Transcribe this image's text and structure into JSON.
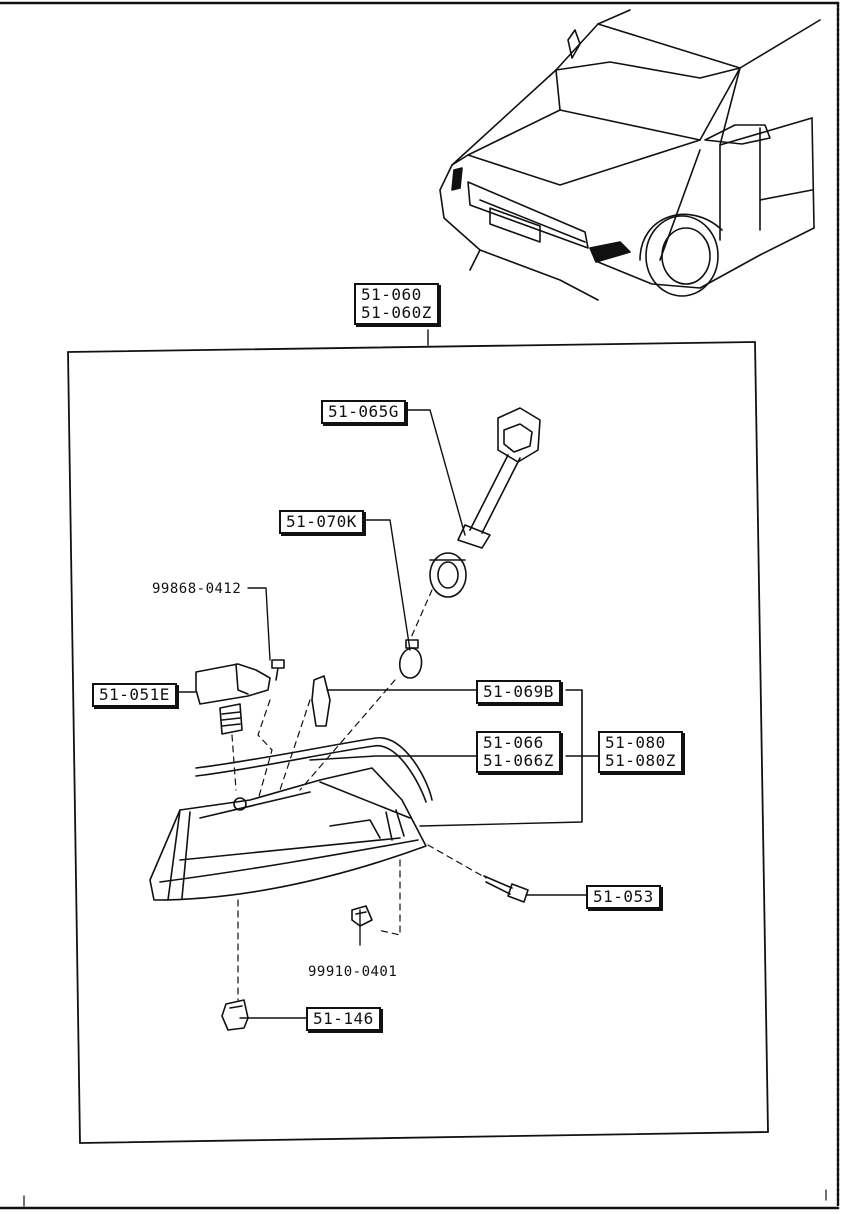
{
  "labels": {
    "main_assembly": [
      "51-060",
      "51-060Z"
    ],
    "bulb_socket": "51-065G",
    "bulb": "51-070K",
    "screw": "99868-0412",
    "side_bracket": "51-051E",
    "wedge_bulb": "51-069B",
    "gasket": [
      "51-066",
      "51-066Z"
    ],
    "lens_housing": [
      "51-080",
      "51-080Z"
    ],
    "bolt": "51-053",
    "nut": "99910-0401",
    "clip": "51-146"
  }
}
